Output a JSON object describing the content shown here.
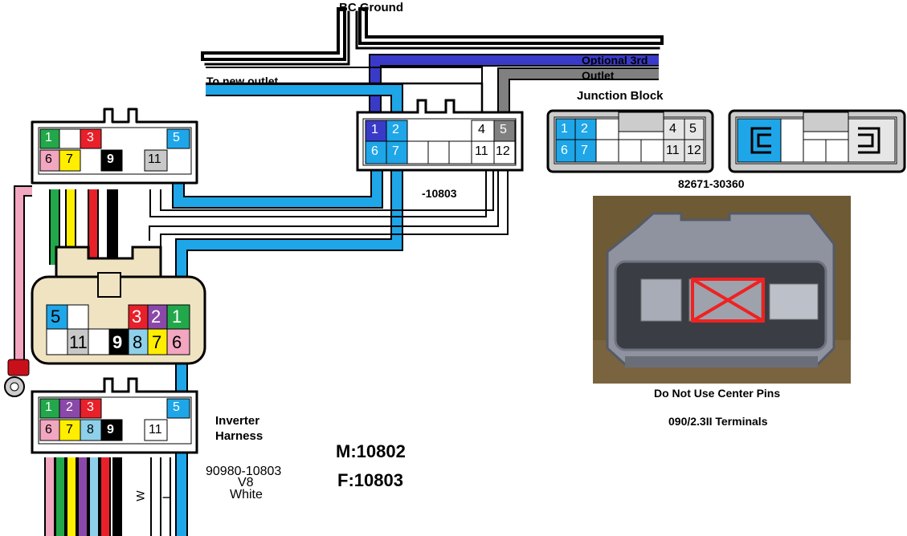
{
  "labels": {
    "bc_ground": "BC Ground",
    "optional_3rd": "Optional 3rd",
    "outlet": "Outlet",
    "to_new_outlet": "To new outlet",
    "junction_block": "Junction Block",
    "part_10803": "-10803",
    "part_82671": "82671-30360",
    "do_not_use": "Do Not Use Center Pins",
    "terminals": "090/2.3II Terminals",
    "inverter_harness_1": "Inverter",
    "inverter_harness_2": "Harness",
    "part_90980_1": "90980-10803",
    "part_90980_2": "V8",
    "part_90980_3": "White",
    "m_code": "M:10802",
    "f_code": "F:10803"
  },
  "wire_letters": {
    "w": "W",
    "l": "L"
  },
  "pins": {
    "p1": "1",
    "p2": "2",
    "p3": "3",
    "p4": "4",
    "p5": "5",
    "p6": "6",
    "p7": "7",
    "p8": "8",
    "p9": "9",
    "p11": "11",
    "p12": "12"
  },
  "colors": {
    "green": "#22a84a",
    "red": "#e8202a",
    "blue": "#1ea6e8",
    "pink": "#f2a6c0",
    "yellow": "#ffee00",
    "black": "#000000",
    "gray": "#c8c8c8",
    "purple": "#8a48a8",
    "lightblue": "#8ed0ea",
    "darkblue": "#3a3ac8",
    "darkgray": "#808080",
    "connector_fill": "#ffffff",
    "connector_tan": "#efe3c2",
    "jb_gray": "#cccccc",
    "photo_bg": "#6e5a34",
    "cross": "#ee2222"
  }
}
